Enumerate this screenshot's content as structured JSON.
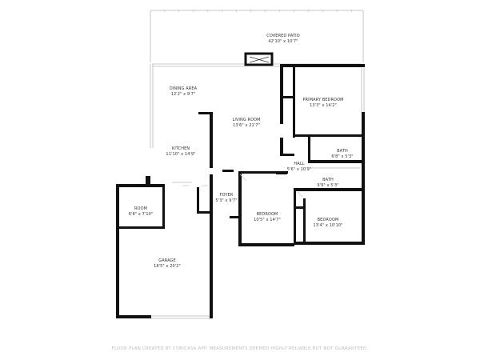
{
  "colors": {
    "wall": "#111111",
    "thin_line": "#c7c7c7",
    "label": "#333333",
    "footer": "#bdbdbd"
  },
  "rooms": [
    {
      "id": "covered-patio",
      "name": "COVERED PATIO",
      "size": "42'10\" x 10'7\""
    },
    {
      "id": "primary-bedroom",
      "name": "PRIMARY BEDROOM",
      "size": "13'3\" x 14'2\""
    },
    {
      "id": "dining-area",
      "name": "DINING AREA",
      "size": "12'2\" x 9'7\""
    },
    {
      "id": "living-room",
      "name": "LIVING ROOM",
      "size": "13'6\" x 21'7\""
    },
    {
      "id": "kitchen",
      "name": "KITCHEN",
      "size": "11'10\" x 14'9\""
    },
    {
      "id": "bath-1",
      "name": "BATH",
      "size": "6'8\" x 5'3\""
    },
    {
      "id": "hall",
      "name": "HALL",
      "size": "5'6\" x 10'9\""
    },
    {
      "id": "bath-2",
      "name": "BATH",
      "size": "9'9\" x 5'3\""
    },
    {
      "id": "room",
      "name": "ROOM",
      "size": "6'8\" x 7'10\""
    },
    {
      "id": "foyer",
      "name": "FOYER",
      "size": "5'3\" x 9'7\""
    },
    {
      "id": "bedroom-1",
      "name": "BEDROOM",
      "size": "10'5\" x 14'7\""
    },
    {
      "id": "bedroom-2",
      "name": "BEDROOM",
      "size": "13'4\" x 10'10\""
    },
    {
      "id": "garage",
      "name": "GARAGE",
      "size": "18'5\" x 20'2\""
    }
  ],
  "footer": "FLOOR PLAN CREATED BY CUBICASA APP. MEASUREMENTS DEEMED HIGHLY RELIABLE BUT NOT GUARANTEED."
}
